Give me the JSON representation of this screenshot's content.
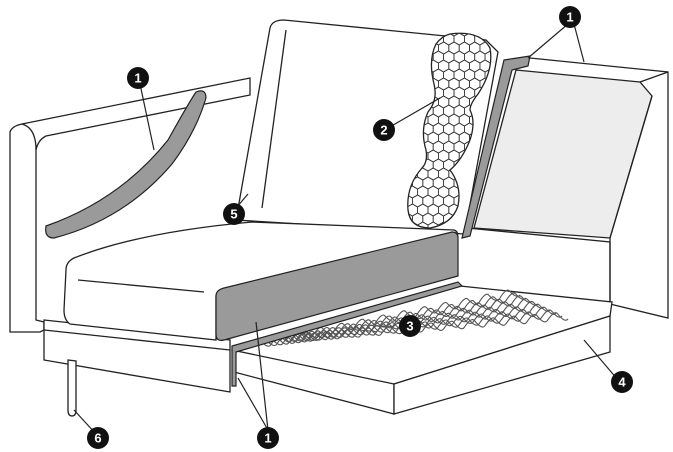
{
  "diagram": {
    "callouts": [
      {
        "id": "c1-arm",
        "label": "1"
      },
      {
        "id": "c1-back",
        "label": "1"
      },
      {
        "id": "c1-base",
        "label": "1"
      },
      {
        "id": "c2",
        "label": "2"
      },
      {
        "id": "c3",
        "label": "3"
      },
      {
        "id": "c4",
        "label": "4"
      },
      {
        "id": "c5",
        "label": "5"
      },
      {
        "id": "c6",
        "label": "6"
      }
    ],
    "colors": {
      "line": "#222222",
      "panel_grey": "#ededed",
      "pad_grey": "#9a9a9a",
      "callout_fill": "#111111",
      "background": "#ffffff"
    }
  }
}
